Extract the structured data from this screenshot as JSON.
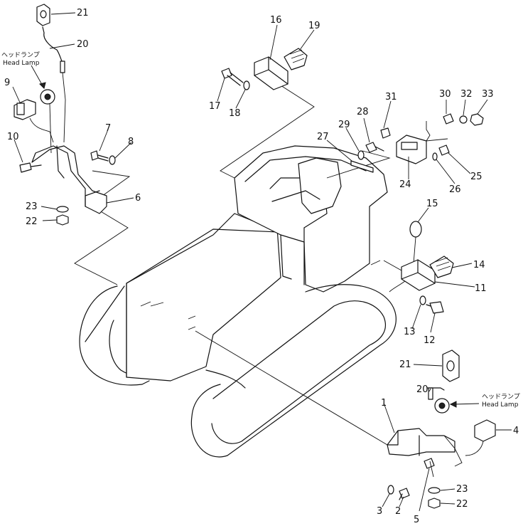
{
  "callouts": [
    {
      "id": "c1",
      "text": "1"
    },
    {
      "id": "c2",
      "text": "2"
    },
    {
      "id": "c3",
      "text": "3"
    },
    {
      "id": "c4",
      "text": "4"
    },
    {
      "id": "c5",
      "text": "5"
    },
    {
      "id": "c6",
      "text": "6"
    },
    {
      "id": "c7",
      "text": "7"
    },
    {
      "id": "c8",
      "text": "8"
    },
    {
      "id": "c9",
      "text": "9"
    },
    {
      "id": "c10",
      "text": "10"
    },
    {
      "id": "c11",
      "text": "11"
    },
    {
      "id": "c12",
      "text": "12"
    },
    {
      "id": "c13",
      "text": "13"
    },
    {
      "id": "c14",
      "text": "14"
    },
    {
      "id": "c15",
      "text": "15"
    },
    {
      "id": "c16",
      "text": "16"
    },
    {
      "id": "c17",
      "text": "17"
    },
    {
      "id": "c18",
      "text": "18"
    },
    {
      "id": "c19",
      "text": "19"
    },
    {
      "id": "c20L",
      "text": "20"
    },
    {
      "id": "c20R",
      "text": "20"
    },
    {
      "id": "c21L",
      "text": "21"
    },
    {
      "id": "c21R",
      "text": "21"
    },
    {
      "id": "c22L",
      "text": "22"
    },
    {
      "id": "c22R",
      "text": "22"
    },
    {
      "id": "c23L",
      "text": "23"
    },
    {
      "id": "c23R",
      "text": "23"
    },
    {
      "id": "c24",
      "text": "24"
    },
    {
      "id": "c25",
      "text": "25"
    },
    {
      "id": "c26",
      "text": "26"
    },
    {
      "id": "c27",
      "text": "27"
    },
    {
      "id": "c28",
      "text": "28"
    },
    {
      "id": "c29",
      "text": "29"
    },
    {
      "id": "c30",
      "text": "30"
    },
    {
      "id": "c31",
      "text": "31"
    },
    {
      "id": "c32",
      "text": "32"
    },
    {
      "id": "c33",
      "text": "33"
    }
  ],
  "labels": {
    "headlamp_left_jp": "ヘッドランプ",
    "headlamp_left_en": "Head Lamp",
    "headlamp_right_jp": "ヘッドランプ",
    "headlamp_right_en": "Head Lamp"
  }
}
